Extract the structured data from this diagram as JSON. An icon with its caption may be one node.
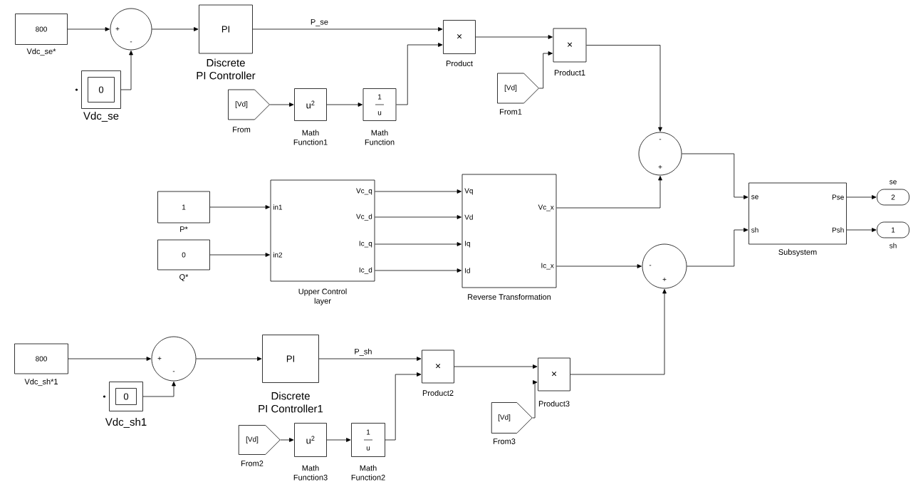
{
  "diagram": {
    "nodes": [
      {
        "text": [
          "800"
        ],
        "beside": [
          "Vdc_se*"
        ]
      },
      {
        "text": [
          "+",
          "-"
        ]
      },
      {
        "text": [
          "PI"
        ],
        "beside": [
          "Discrete PI Controller"
        ]
      },
      {
        "text": [
          "0"
        ],
        "beside": [
          "Vdc_se"
        ]
      },
      {
        "text": [
          "×"
        ],
        "beside": [
          "Product"
        ]
      },
      {
        "text": [
          "×"
        ],
        "beside": [
          "Product1"
        ]
      },
      {
        "text": [
          "[Vd]"
        ],
        "beside": [
          "From"
        ]
      },
      {
        "text": [
          "u$^{2}$"
        ],
        "beside": [
          "Math Function1"
        ]
      },
      {
        "text": [
          "1",
          "u"
        ],
        "beside": [
          "Math Function"
        ]
      },
      {
        "text": [
          "[Vd]"
        ],
        "beside": [
          "From1"
        ]
      },
      {
        "text": [
          "-",
          "+"
        ]
      },
      {
        "text": [
          "1"
        ],
        "beside": [
          "P*"
        ]
      },
      {
        "text": [
          "0"
        ],
        "beside": [
          "Q*"
        ]
      },
      {
        "text": [
          "in1",
          "in2",
          "Vc_q",
          "Vc_d",
          "Ic_q",
          "Ic_d"
        ],
        "beside": [
          "Upper Control layer"
        ]
      },
      {
        "text": [
          "Vq",
          "Vd",
          "Iq",
          "Id",
          "Vc_x",
          "Ic_x"
        ],
        "beside": [
          "Reverse Transformation"
        ]
      },
      {
        "text": [
          "se",
          "sh",
          "Pse",
          "Psh"
        ],
        "beside": [
          "Subsystem"
        ]
      },
      {
        "text": [
          "2"
        ],
        "beside": [
          "se"
        ]
      },
      {
        "text": [
          "1"
        ],
        "beside": [
          "sh"
        ]
      },
      {
        "text": [
          "-",
          "+"
        ]
      },
      {
        "text": [
          "800"
        ],
        "beside": [
          "Vdc_sh*1"
        ]
      },
      {
        "text": [
          "+",
          "-"
        ]
      },
      {
        "text": [
          "PI"
        ],
        "beside": [
          "Discrete PI Controller1"
        ]
      },
      {
        "text": [
          "0"
        ],
        "beside": [
          "Vdc_sh1"
        ]
      },
      {
        "text": [
          "×"
        ],
        "beside": [
          "Product2"
        ]
      },
      {
        "text": [
          "×"
        ],
        "beside": [
          "Product3"
        ]
      },
      {
        "text": [
          "[Vd]"
        ],
        "beside": [
          "From3"
        ]
      },
      {
        "text": [
          "[Vd]"
        ],
        "beside": [
          "From2"
        ]
      },
      {
        "text": [
          "u$^{2}$"
        ],
        "beside": [
          "Math Function3"
        ]
      },
      {
        "text": [
          "1",
          "u"
        ],
        "beside": [
          "Math Function2"
        ]
      }
    ],
    "edges": [
      {
        "from": 0,
        "to": 1,
        "arrow": "to"
      },
      {
        "from": 3,
        "to": 1,
        "arrow": "to"
      },
      {
        "from": 1,
        "to": 2,
        "arrow": "to"
      },
      {
        "from": 2,
        "to": 4,
        "arrow": "to",
        "label": "P_se"
      },
      {
        "from": 6,
        "to": 7,
        "arrow": "to"
      },
      {
        "from": 7,
        "to": 8,
        "arrow": "to"
      },
      {
        "from": 8,
        "to": 4,
        "arrow": "to"
      },
      {
        "from": 4,
        "to": 5,
        "arrow": "to"
      },
      {
        "from": 9,
        "to": 5,
        "arrow": "to"
      },
      {
        "from": 5,
        "to": 10,
        "arrow": "to"
      },
      {
        "from": 11,
        "to": 13,
        "arrow": "to"
      },
      {
        "from": 12,
        "to": 13,
        "arrow": "to"
      },
      {
        "from": 13,
        "to": 14,
        "arrow": "to"
      },
      {
        "from": 13,
        "to": 14,
        "arrow": "to"
      },
      {
        "from": 13,
        "to": 14,
        "arrow": "to"
      },
      {
        "from": 13,
        "to": 14,
        "arrow": "to"
      },
      {
        "from": 14,
        "to": 10,
        "arrow": "to"
      },
      {
        "from": 14,
        "to": 18,
        "arrow": "to"
      },
      {
        "from": 10,
        "to": 15,
        "arrow": "to"
      },
      {
        "from": 18,
        "to": 15,
        "arrow": "to"
      },
      {
        "from": 15,
        "to": 16,
        "arrow": "to"
      },
      {
        "from": 15,
        "to": 17,
        "arrow": "to"
      },
      {
        "from": 19,
        "to": 20,
        "arrow": "to"
      },
      {
        "from": 22,
        "to": 20,
        "arrow": "to"
      },
      {
        "from": 20,
        "to": 21,
        "arrow": "to"
      },
      {
        "from": 21,
        "to": 23,
        "arrow": "to",
        "label": "P_sh"
      },
      {
        "from": 26,
        "to": 27,
        "arrow": "to"
      },
      {
        "from": 27,
        "to": 28,
        "arrow": "to"
      },
      {
        "from": 28,
        "to": 23,
        "arrow": "to"
      },
      {
        "from": 23,
        "to": 24,
        "arrow": "to"
      },
      {
        "from": 25,
        "to": 24,
        "arrow": "to"
      },
      {
        "from": 24,
        "to": 18,
        "arrow": "to"
      }
    ]
  }
}
